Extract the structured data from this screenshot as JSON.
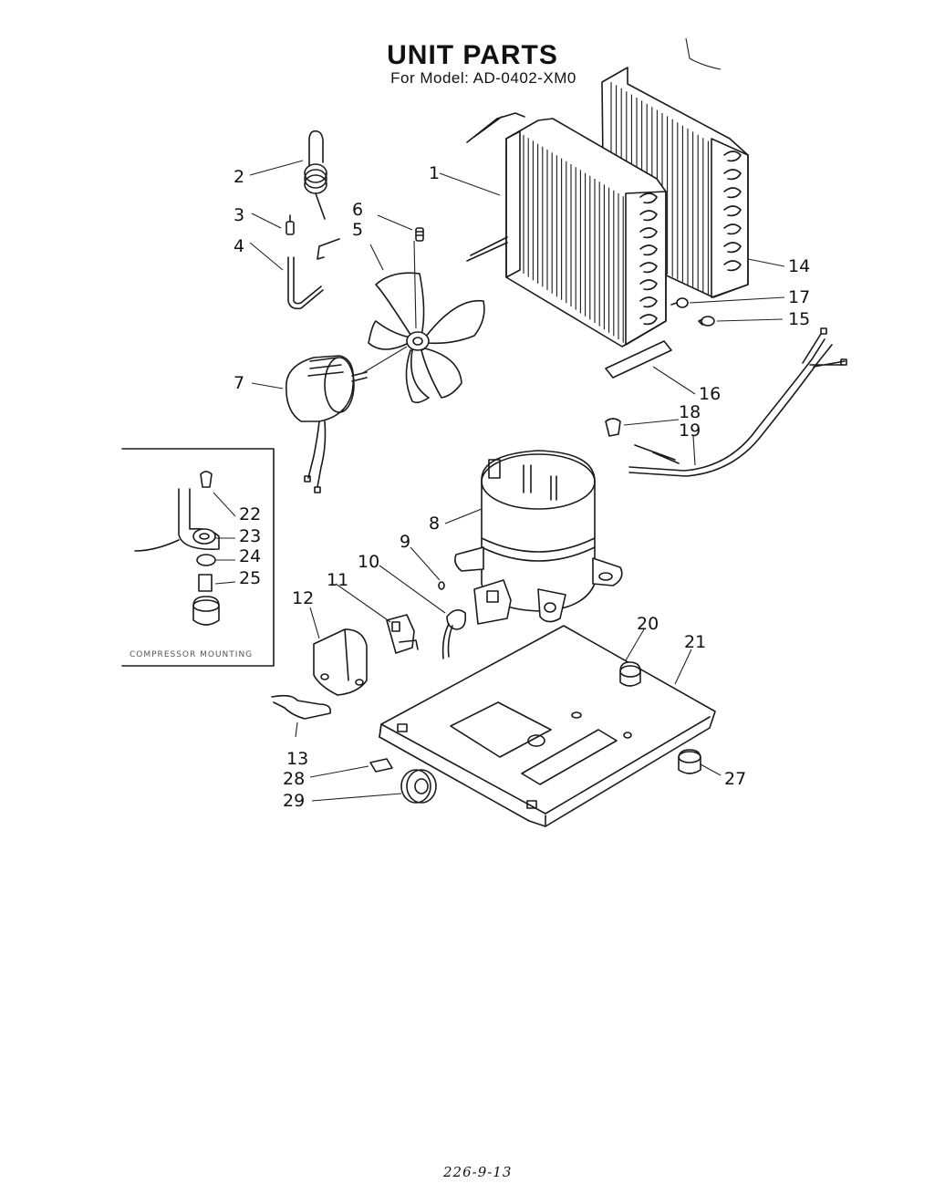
{
  "header": {
    "title": "UNIT PARTS",
    "subtitle": "For Model: AD-0402-XM0"
  },
  "callouts": [
    "1",
    "2",
    "3",
    "4",
    "5",
    "6",
    "7",
    "8",
    "9",
    "10",
    "11",
    "12",
    "13",
    "14",
    "15",
    "16",
    "17",
    "18",
    "19",
    "20",
    "21",
    "22",
    "23",
    "24",
    "25",
    "27",
    "28",
    "29"
  ],
  "footer": {
    "page_code": "226-9-13"
  }
}
